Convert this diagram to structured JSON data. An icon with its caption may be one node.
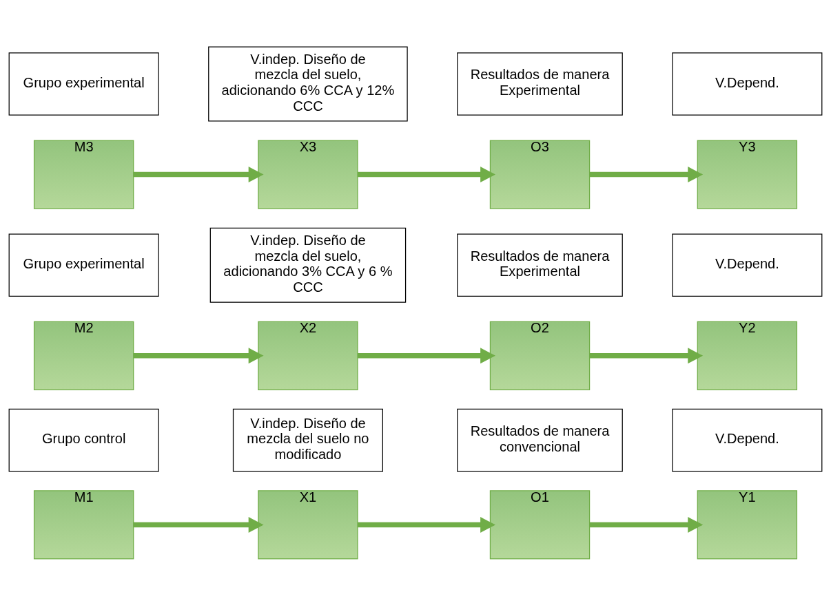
{
  "diagram": {
    "nodes": [
      {
        "text": [
          "M1"
        ]
      },
      {
        "text": [
          "X1"
        ]
      },
      {
        "text": [
          "O1"
        ]
      },
      {
        "text": [
          "Y1"
        ]
      },
      {
        "text": [
          "Grupo control"
        ]
      },
      {
        "text": [
          "V.indep. Diseño de mezcla del suelo no modificado"
        ]
      },
      {
        "text": [
          "Resultados de manera convencional"
        ]
      },
      {
        "text": [
          "V.Depend."
        ]
      },
      {
        "text": [
          "M2"
        ]
      },
      {
        "text": [
          "X2"
        ]
      },
      {
        "text": [
          "O2"
        ]
      },
      {
        "text": [
          "Y2"
        ]
      },
      {
        "text": [
          "Grupo experimental"
        ]
      },
      {
        "text": [
          "V.indep. Diseño de mezcla del suelo, adicionando 3% CCA y 6 % CCC"
        ]
      },
      {
        "text": [
          "Resultados de manera Experimental"
        ]
      },
      {
        "text": [
          "V.Depend."
        ]
      },
      {
        "text": [
          "M3"
        ]
      },
      {
        "text": [
          "X3"
        ]
      },
      {
        "text": [
          "O3"
        ]
      },
      {
        "text": [
          "Y3"
        ]
      },
      {
        "text": [
          "Grupo experimental"
        ]
      },
      {
        "text": [
          "V.indep. Diseño de mezcla del suelo, adicionando 6% CCA y 12% CCC"
        ]
      },
      {
        "text": [
          "Resultados de manera Experimental"
        ]
      },
      {
        "text": [
          "V.Depend."
        ]
      }
    ],
    "edges": [
      {
        "from": 0,
        "to": 1,
        "arrow": "to"
      },
      {
        "from": 1,
        "to": 2,
        "arrow": "to"
      },
      {
        "from": 2,
        "to": 3,
        "arrow": "to"
      },
      {
        "from": 8,
        "to": 9,
        "arrow": "to"
      },
      {
        "from": 9,
        "to": 10,
        "arrow": "to"
      },
      {
        "from": 10,
        "to": 11,
        "arrow": "to"
      },
      {
        "from": 16,
        "to": 17,
        "arrow": "to"
      },
      {
        "from": 17,
        "to": 18,
        "arrow": "to"
      },
      {
        "from": 18,
        "to": 19,
        "arrow": "to"
      }
    ]
  }
}
